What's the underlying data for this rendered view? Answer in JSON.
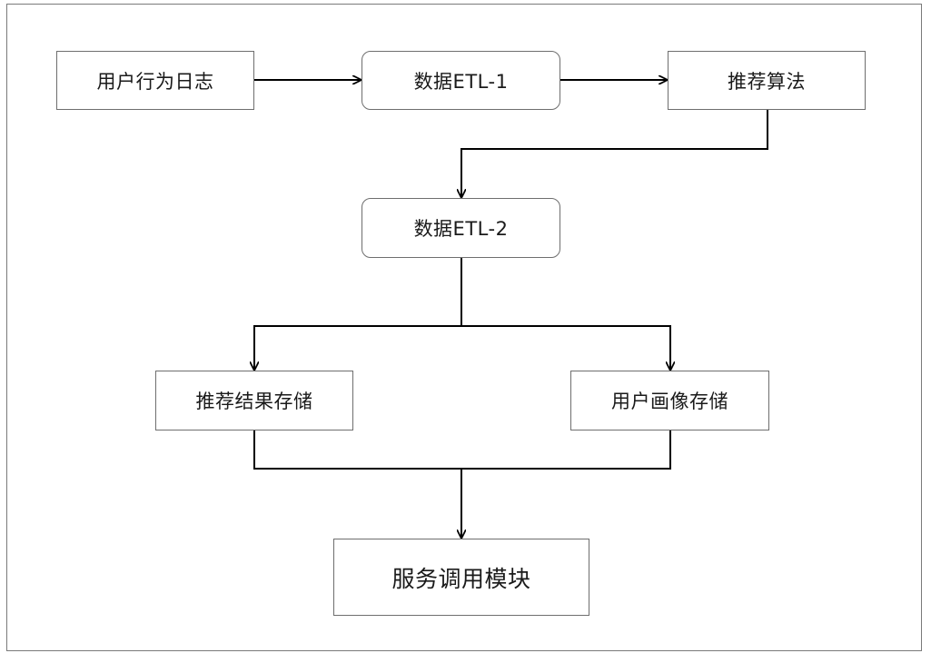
{
  "diagram": {
    "nodes": {
      "user_logs": "用户行为日志",
      "etl1": "数据ETL-1",
      "algo": "推荐算法",
      "etl2": "数据ETL-2",
      "rec_store": "推荐结果存储",
      "profile_store": "用户画像存储",
      "service": "服务调用模块"
    },
    "edges": [
      {
        "from": "user_logs",
        "to": "etl1"
      },
      {
        "from": "etl1",
        "to": "algo"
      },
      {
        "from": "algo",
        "to": "etl2"
      },
      {
        "from": "etl2",
        "to": "rec_store"
      },
      {
        "from": "etl2",
        "to": "profile_store"
      },
      {
        "from": "rec_store",
        "to": "service"
      },
      {
        "from": "profile_store",
        "to": "service"
      }
    ]
  }
}
